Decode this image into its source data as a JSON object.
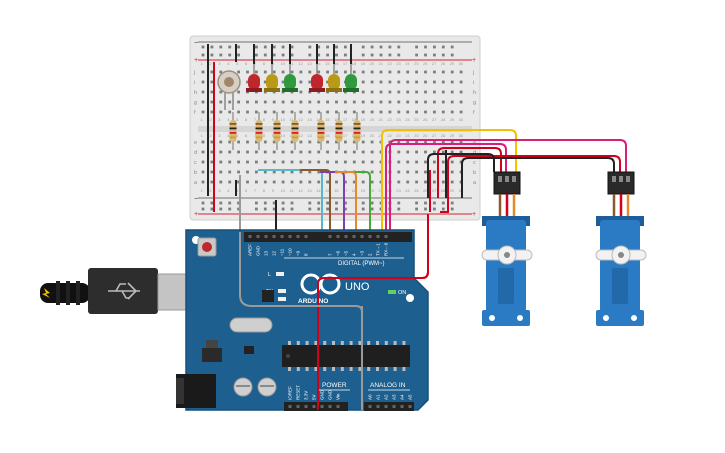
{
  "colors": {
    "board": "#1d5f8e",
    "board_edge": "#17507a",
    "breadboard": "#e9e9e9",
    "rail_red": "#d2232a",
    "rail_black": "#222222",
    "servo": "#2b7bc4",
    "servo_dark": "#1d5d99",
    "wire_red": "#d0021b",
    "wire_black": "#222222",
    "wire_yellow": "#f2c200",
    "wire_pink": "#d61f7b",
    "wire_gray": "#9a9a9a",
    "wire_cyan": "#55b7c8",
    "wire_orange": "#e5892a",
    "wire_purple": "#7b3fb1",
    "wire_green": "#48a93a",
    "wire_brown": "#8a5a2b",
    "led_red": "#c0272d",
    "led_yellow": "#b99a17",
    "led_green": "#2f9a3d"
  },
  "arduino": {
    "brand_uno": "UNO",
    "brand_name": "ARDUINO",
    "digital_label": "DIGITAL (PWM~)",
    "power_label": "POWER",
    "analog_label": "ANALOG IN",
    "on_label": "ON",
    "led_l": "L",
    "led_tx": "TX",
    "led_rx": "RX",
    "header_left": [
      "AREF",
      "GND",
      "13",
      "12",
      "~11",
      "~10",
      "~9",
      "8"
    ],
    "header_right": [
      "7",
      "~6",
      "~5",
      "4",
      "~3",
      "2",
      "TX→1",
      "RX←0"
    ],
    "power_pins": [
      "IOREF",
      "RESET",
      "3.3V",
      "5V",
      "GND",
      "GND",
      "Vin"
    ],
    "analog_pins": [
      "A0",
      "A1",
      "A2",
      "A3",
      "A4",
      "A5"
    ]
  },
  "breadboard": {
    "row_letters_top": [
      "j",
      "i",
      "h",
      "g",
      "f"
    ],
    "row_letters_bottom": [
      "e",
      "d",
      "c",
      "b",
      "a"
    ],
    "column_numbers": [
      "1",
      "2",
      "3",
      "4",
      "5",
      "6",
      "7",
      "8",
      "9",
      "10",
      "11",
      "12",
      "13",
      "14",
      "15",
      "16",
      "17",
      "18",
      "19",
      "20",
      "21",
      "22",
      "23",
      "24",
      "25",
      "26",
      "27",
      "28",
      "29",
      "30"
    ],
    "rail_plus": "+",
    "rail_minus": "−"
  }
}
